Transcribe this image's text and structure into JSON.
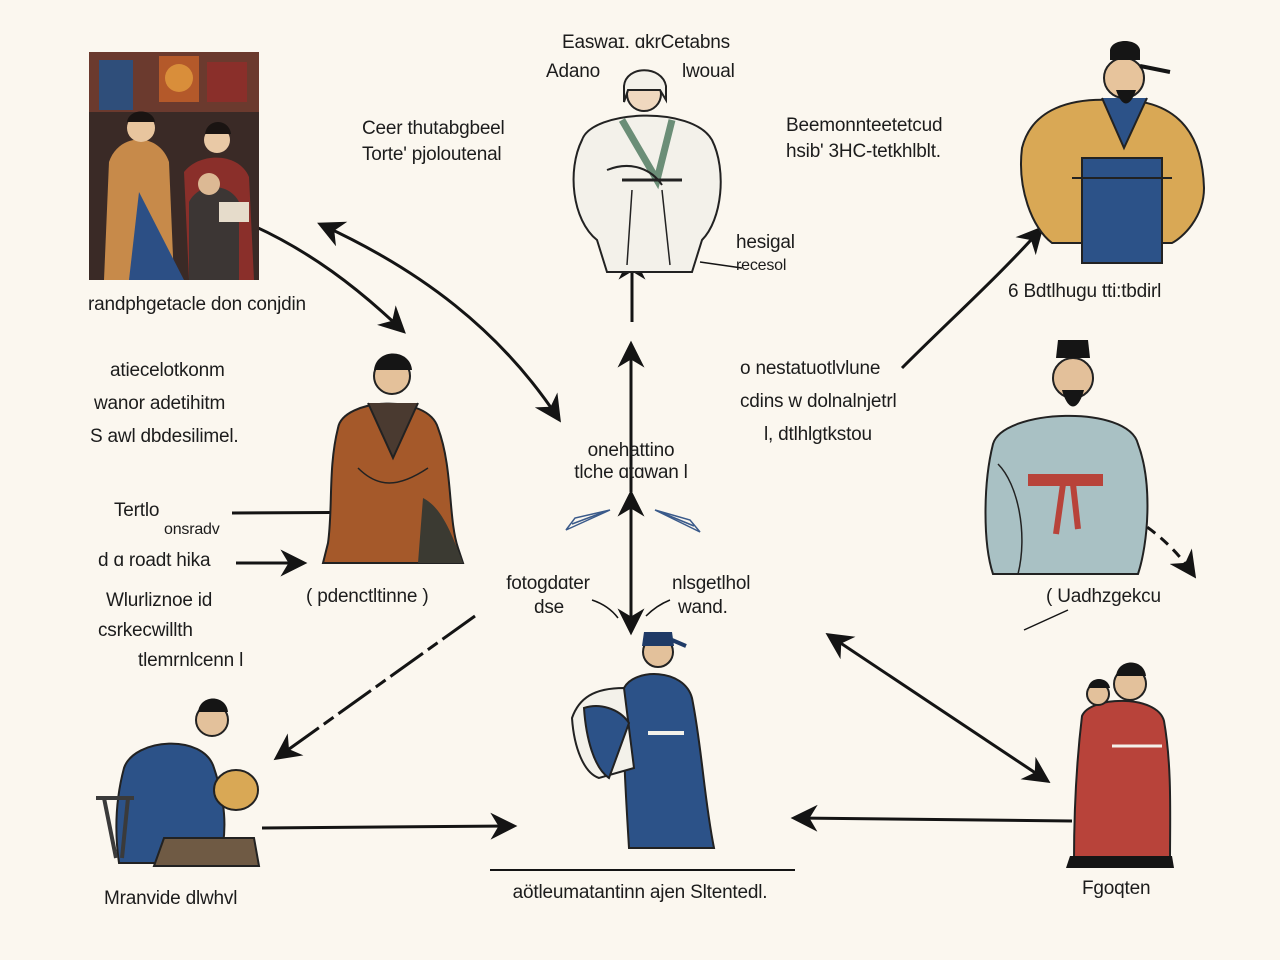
{
  "labels": {
    "top_center": [
      "Easwaɪ. ɑkrCetabns",
      "Adano",
      "lwoual"
    ],
    "top_left_note": [
      "Ceer thutabgbeel",
      "Torte' pjoloutenal"
    ],
    "top_right_note": [
      "Beemonnteetetcud",
      "hsib' 3HC-tetkhlblt."
    ],
    "top_small_note": [
      "hesigal",
      "recesol"
    ],
    "painting_caption": "randphgetacle don conjdin",
    "right_top_caption": "6 Bdtlhugu tti:tbdirl",
    "left_mid_note": [
      "atiecelotkonm",
      "wanor adetihitm",
      "S awl dbdesilimel."
    ],
    "left_arrow_note_1": [
      "Tertlo",
      "onsradv"
    ],
    "left_arrow_note_2": "d ɑ roadt hika",
    "left_lower_note": [
      "Wlurliznoe id",
      "csrkecwillth",
      "tlemrnlcenn l"
    ],
    "seated_monk_caption": "( pdenctltinne )",
    "center_hub": [
      "onehattino",
      "tlche ɑtɑwan l"
    ],
    "center_left_note": [
      "fotogdɑter",
      "dse"
    ],
    "center_right_note": [
      "nlsgetlhol",
      "wand."
    ],
    "right_mid_note": [
      "o nestatuotlvlune",
      "cdins w dolnalnjetrl",
      "l, dtlhlgtkstou"
    ],
    "right_mid_caption": "( Uadhzgekcu",
    "bottom_left_caption": "Mranvide dlwhvl",
    "bottom_center_caption": "aötleumatantinn ajen Sltentedl.",
    "bottom_right_caption": "Fgoqten"
  },
  "colors": {
    "background": "#fbf7ef",
    "robe_blue": "#2c5288",
    "robe_brown": "#a5592a",
    "robe_red": "#b8433a",
    "robe_gold": "#d9a855",
    "robe_grey": "#a9c1c4",
    "robe_white": "#f3f1ea"
  }
}
